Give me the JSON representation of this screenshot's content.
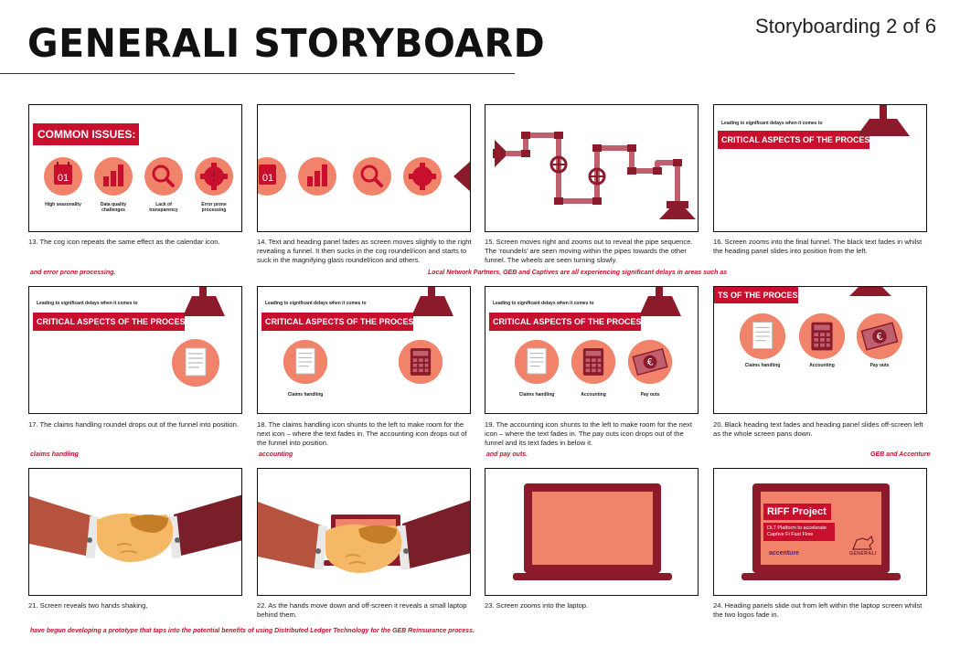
{
  "header": {
    "title": "GENERALI STORYBOARD",
    "subtitle": "Storyboarding 2 of 6"
  },
  "frames": {
    "f13": {
      "panel": "COMMON ISSUES:",
      "labels": [
        "High seasonality",
        "Data quality challenges",
        "Lack of transparency",
        "Error prone processing"
      ],
      "calendar_number": "01",
      "caption": "13. The cog icon repeats the same effect as the calendar icon."
    },
    "f14": {
      "calendar_number": "01",
      "caption": "14. Text and heading panel fades as screen moves slightly to the right revealing a funnel. It then sucks in the cog roundel/icon and starts to suck in the magnifying glass roundel/icon and others."
    },
    "f15": {
      "caption": "15. Screen moves right and zooms out to reveal the pipe sequence. The ‘roundels’ are seen moving within the pipes towards the other funnel. The wheels are seen turning slowly."
    },
    "f16": {
      "small": "Leading to significant delays when it comes to",
      "panel": "CRITICAL ASPECTS OF THE PROCESS",
      "caption": "16. Screen zooms into the final funnel. The black text fades in whilst the heading panel slides into position from the left."
    },
    "f17": {
      "small": "Leading to significant delays when it comes to",
      "panel": "CRITICAL ASPECTS OF THE PROCESS",
      "caption": "17. The claims handling roundel drops out of the funnel into position."
    },
    "f18": {
      "small": "Leading to significant delays when it comes to",
      "panel": "CRITICAL ASPECTS OF THE PROCESS",
      "label1": "Claims handling",
      "caption": "18.  The claims handling icon shunts to the left to make room for the next icon – where the text fades in. The accounting icon drops out of the funnel into position."
    },
    "f19": {
      "small": "Leading to significant delays when it comes to",
      "panel": "CRITICAL ASPECTS OF THE PROCESS",
      "labels": [
        "Claims handling",
        "Accounting",
        "Pay outs"
      ],
      "euro": "€",
      "caption": "19. The accounting icon shunts to the left to make room for the next icon – where the text fades in. The pay outs icon drops out of the funnel and its text fades in below it."
    },
    "f20": {
      "panel": "TS OF THE PROCESS",
      "labels": [
        "Claims handling",
        "Accounting",
        "Pay outs"
      ],
      "euro": "€",
      "caption": "20. Black heading text fades and heading panel slides off-screen left as the whole screen pans down."
    },
    "f21": {
      "caption": "21. Screen reveals two hands shaking,"
    },
    "f22": {
      "caption": "22. As the hands move down and off-screen it reveals a small laptop behind them."
    },
    "f23": {
      "caption": "23. Screen zooms into the laptop."
    },
    "f24": {
      "title": "RIFF Project",
      "sub": "DLT Platform to accelerate Captive Fi Fast Flow",
      "logo1": "accenture",
      "logo2": "GENERALI",
      "caption": "24. Heading panels slide out from left within the laptop screen whilst the two logos fade in."
    }
  },
  "voiceover": {
    "row1_left": "and error prone processing.",
    "row1_right": "Local Network Partners, GEB and Captives are all experiencing significant delays in areas such as",
    "row2_a": "claims handling",
    "row2_b": "accounting",
    "row2_c": "and pay outs.",
    "row2_d": "GEB and Accenture",
    "row3": "have begun developing a prototype that taps into the potential benefits of using Distributed Ledger Technology for the GEB Reinsurance process."
  },
  "colors": {
    "brand_red": "#c8102e",
    "roundel_salmon": "#f0836a",
    "dark_red": "#8b1a2b",
    "pipe": "#c0606e",
    "skin": "#f5b867"
  }
}
